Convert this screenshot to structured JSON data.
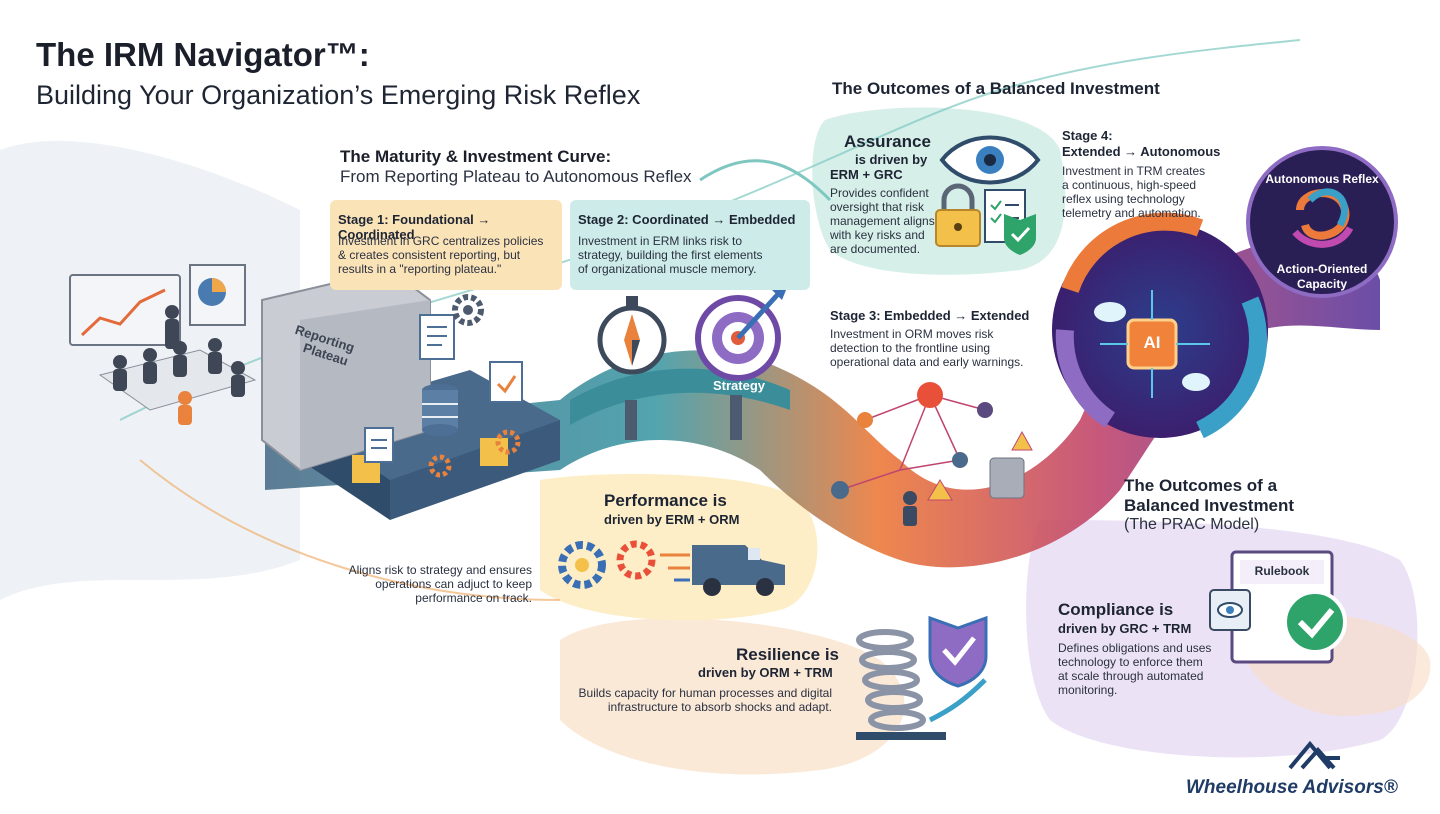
{
  "header": {
    "title": "The IRM Navigator™:",
    "subtitle": "Building Your Organization’s Emerging Risk Reflex"
  },
  "curve": {
    "heading": "The Maturity & Investment Curve:",
    "subheading": "From Reporting Plateau to Autonomous Reflex"
  },
  "stages": [
    {
      "title": "Stage 1: Foundational → Coordinated",
      "body": [
        "Investment in GRC centralizes policies",
        "& creates consistent reporting, but",
        "results in a \"reporting plateau.\""
      ]
    },
    {
      "title": "Stage 2: Coordinated → Embedded",
      "body": [
        "Investment in ERM links risk to",
        "strategy, building the first elements",
        "of organizational muscle memory."
      ]
    },
    {
      "title": "Stage 3: Embedded → Extended",
      "body": [
        "Investment in ORM moves risk",
        "detection to the frontline using",
        "operational data and early warnings."
      ]
    },
    {
      "title_line1": "Stage 4:",
      "title_line2": "Extended → Autonomous",
      "body": [
        "Investment in TRM creates",
        "a continuous, high-speed",
        "reflex using technology",
        "telemetry and automation."
      ]
    }
  ],
  "labels": {
    "wall_line1": "Reporting",
    "wall_line2": "Plateau",
    "strategy": "Strategy",
    "ai": "AI",
    "autonomous_reflex": "Autonomous Reflex",
    "action_line1": "Action-Oriented",
    "action_line2": "Capacity",
    "rulebook": "Rulebook"
  },
  "outcomes_top": "The Outcomes of a Balanced Investment",
  "outcomes_right": {
    "line1": "The Outcomes of a",
    "line2": "Balanced Investment",
    "line3": "(The PRAC Model)"
  },
  "assurance": {
    "title": "Assurance",
    "driver1": "is driven by",
    "driver2": "ERM + GRC",
    "body": [
      "Provides confident",
      "oversight that risk",
      "management aligns",
      "with key risks and",
      "are documented."
    ]
  },
  "performance": {
    "title": "Performance is",
    "driver": "driven by ERM + ORM",
    "body": [
      "Aligns risk to strategy and ensures",
      "operations can adjuct to keep",
      "performance on track."
    ]
  },
  "resilience": {
    "title": "Resilience is",
    "driver": "driven by ORM + TRM",
    "body": [
      "Builds capacity for human processes and digital",
      "infrastructure to absorb shocks and adapt."
    ]
  },
  "compliance": {
    "title": "Compliance is",
    "driver": "driven by GRC + TRM",
    "body": [
      "Defines obligations and uses",
      "technology to enforce them",
      "at scale through automated",
      "monitoring."
    ]
  },
  "brand": {
    "name": "Wheelhouse Advisors®"
  },
  "colors": {
    "stage1_panel": "#fbe3b8",
    "stage2_panel": "#cdebe8",
    "path_teal": "#3f9aa6",
    "path_orange": "#ec7a3a",
    "path_purple": "#6c3fa0",
    "brand_blue": "#1f3b66"
  }
}
